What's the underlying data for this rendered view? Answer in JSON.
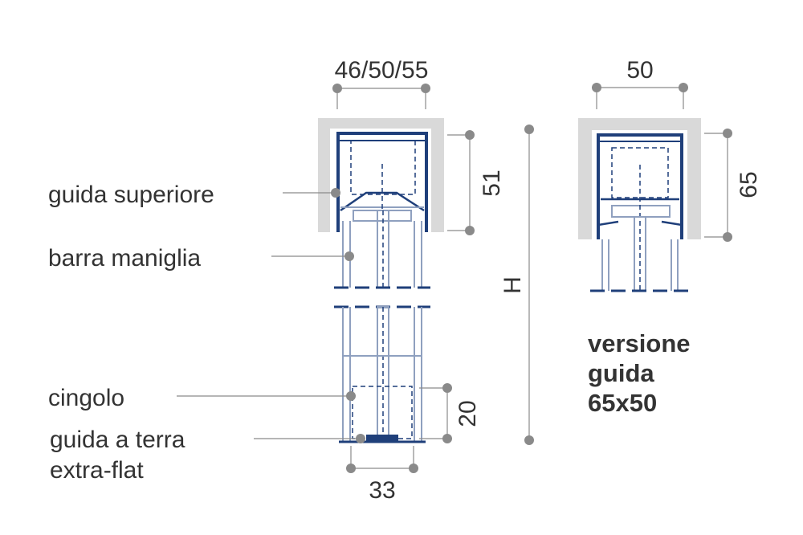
{
  "labels": {
    "top_rail": "guida superiore",
    "handle_bar": "barra maniglia",
    "belt": "cingolo",
    "floor_rail_1": "guida a terra",
    "floor_rail_2": "extra-flat"
  },
  "dimensions": {
    "width_options": "46/50/55",
    "top_rail_height": "51",
    "height": "H",
    "belt_height": "20",
    "floor_rail_width": "33",
    "alt_width": "50",
    "alt_height": "65"
  },
  "version_title": [
    "versione",
    "guida",
    "65x50"
  ],
  "colors": {
    "profile": "#1f3f7a",
    "rail_fill": "#d9d9d9",
    "dimension_dot": "#8a8a8a",
    "text": "#333333"
  }
}
